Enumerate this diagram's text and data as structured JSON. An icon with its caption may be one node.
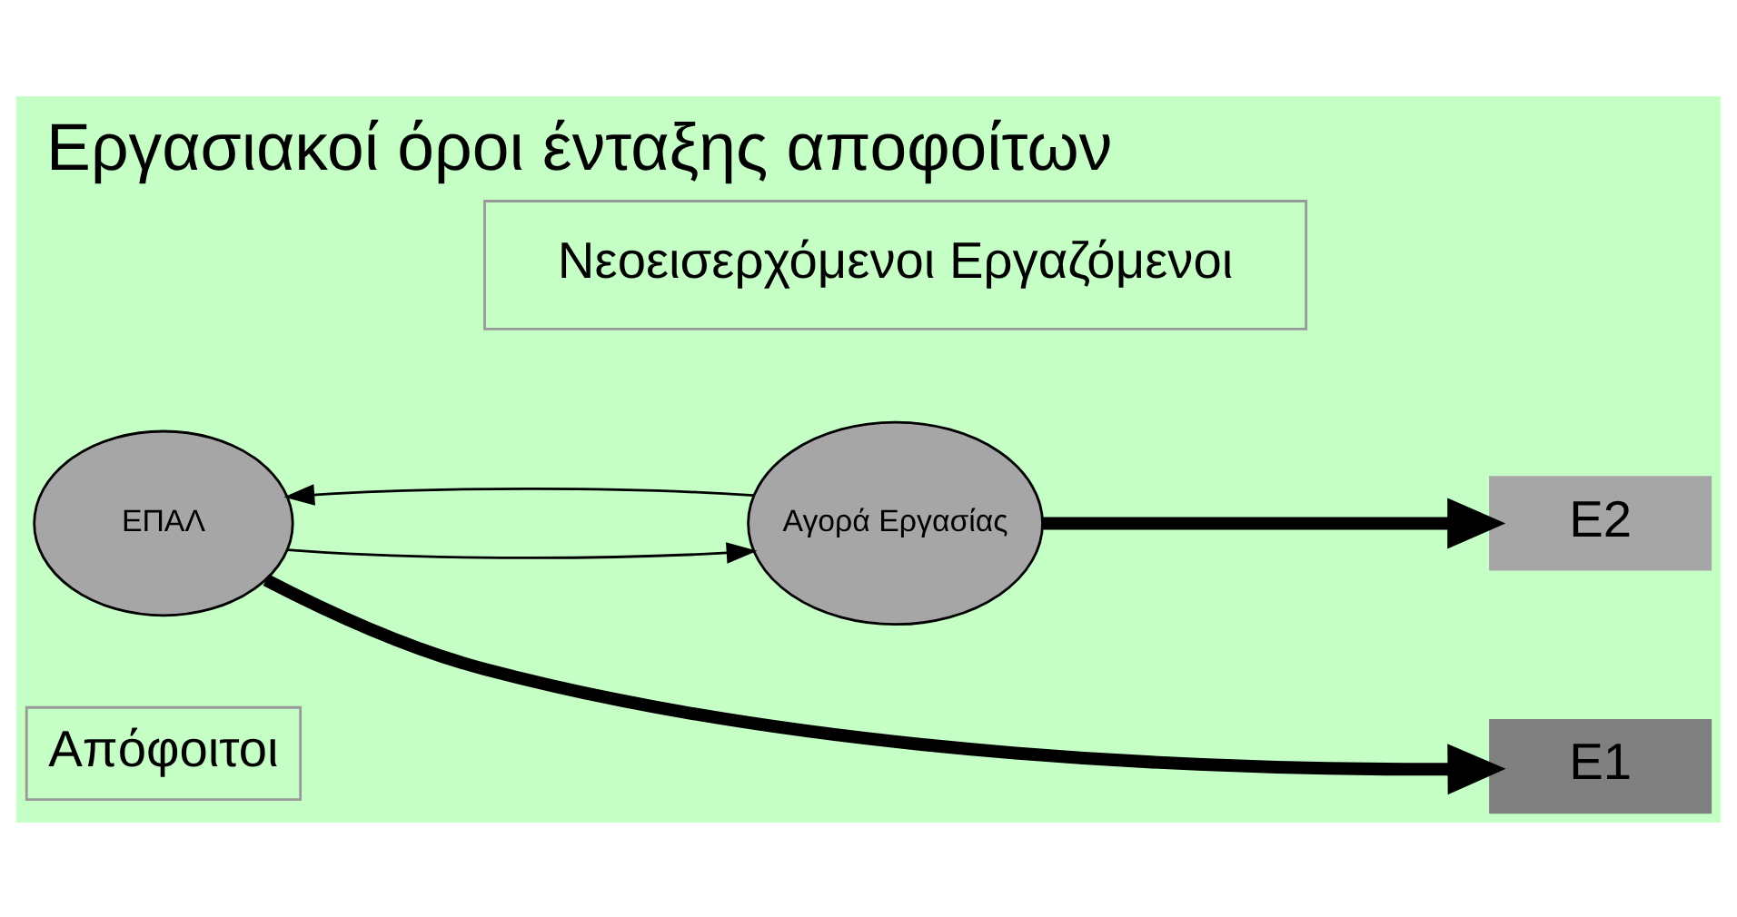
{
  "diagram": {
    "title": "Εργασιακοί όροι ένταξης αποφοίτων",
    "nodes": [
      {
        "text": [
          "Απόφοιτοι"
        ]
      },
      {
        "text": [
          "E1"
        ]
      },
      {
        "text": [
          "Αγορά Εργασίας"
        ]
      },
      {
        "text": [
          "ΕΠΑΛ"
        ]
      },
      {
        "text": [
          "E2"
        ]
      },
      {
        "text": [
          "Νεοεισερχόμενοι Εργαζόμενοι"
        ]
      }
    ],
    "edges": [
      {
        "from": 3,
        "to": 1,
        "arrow": "to",
        "style": "thick"
      },
      {
        "from": 3,
        "to": 2,
        "arrow": "to"
      },
      {
        "from": 2,
        "to": 3,
        "arrow": "to"
      },
      {
        "from": 2,
        "to": 4,
        "arrow": "to",
        "style": "thick"
      }
    ]
  }
}
